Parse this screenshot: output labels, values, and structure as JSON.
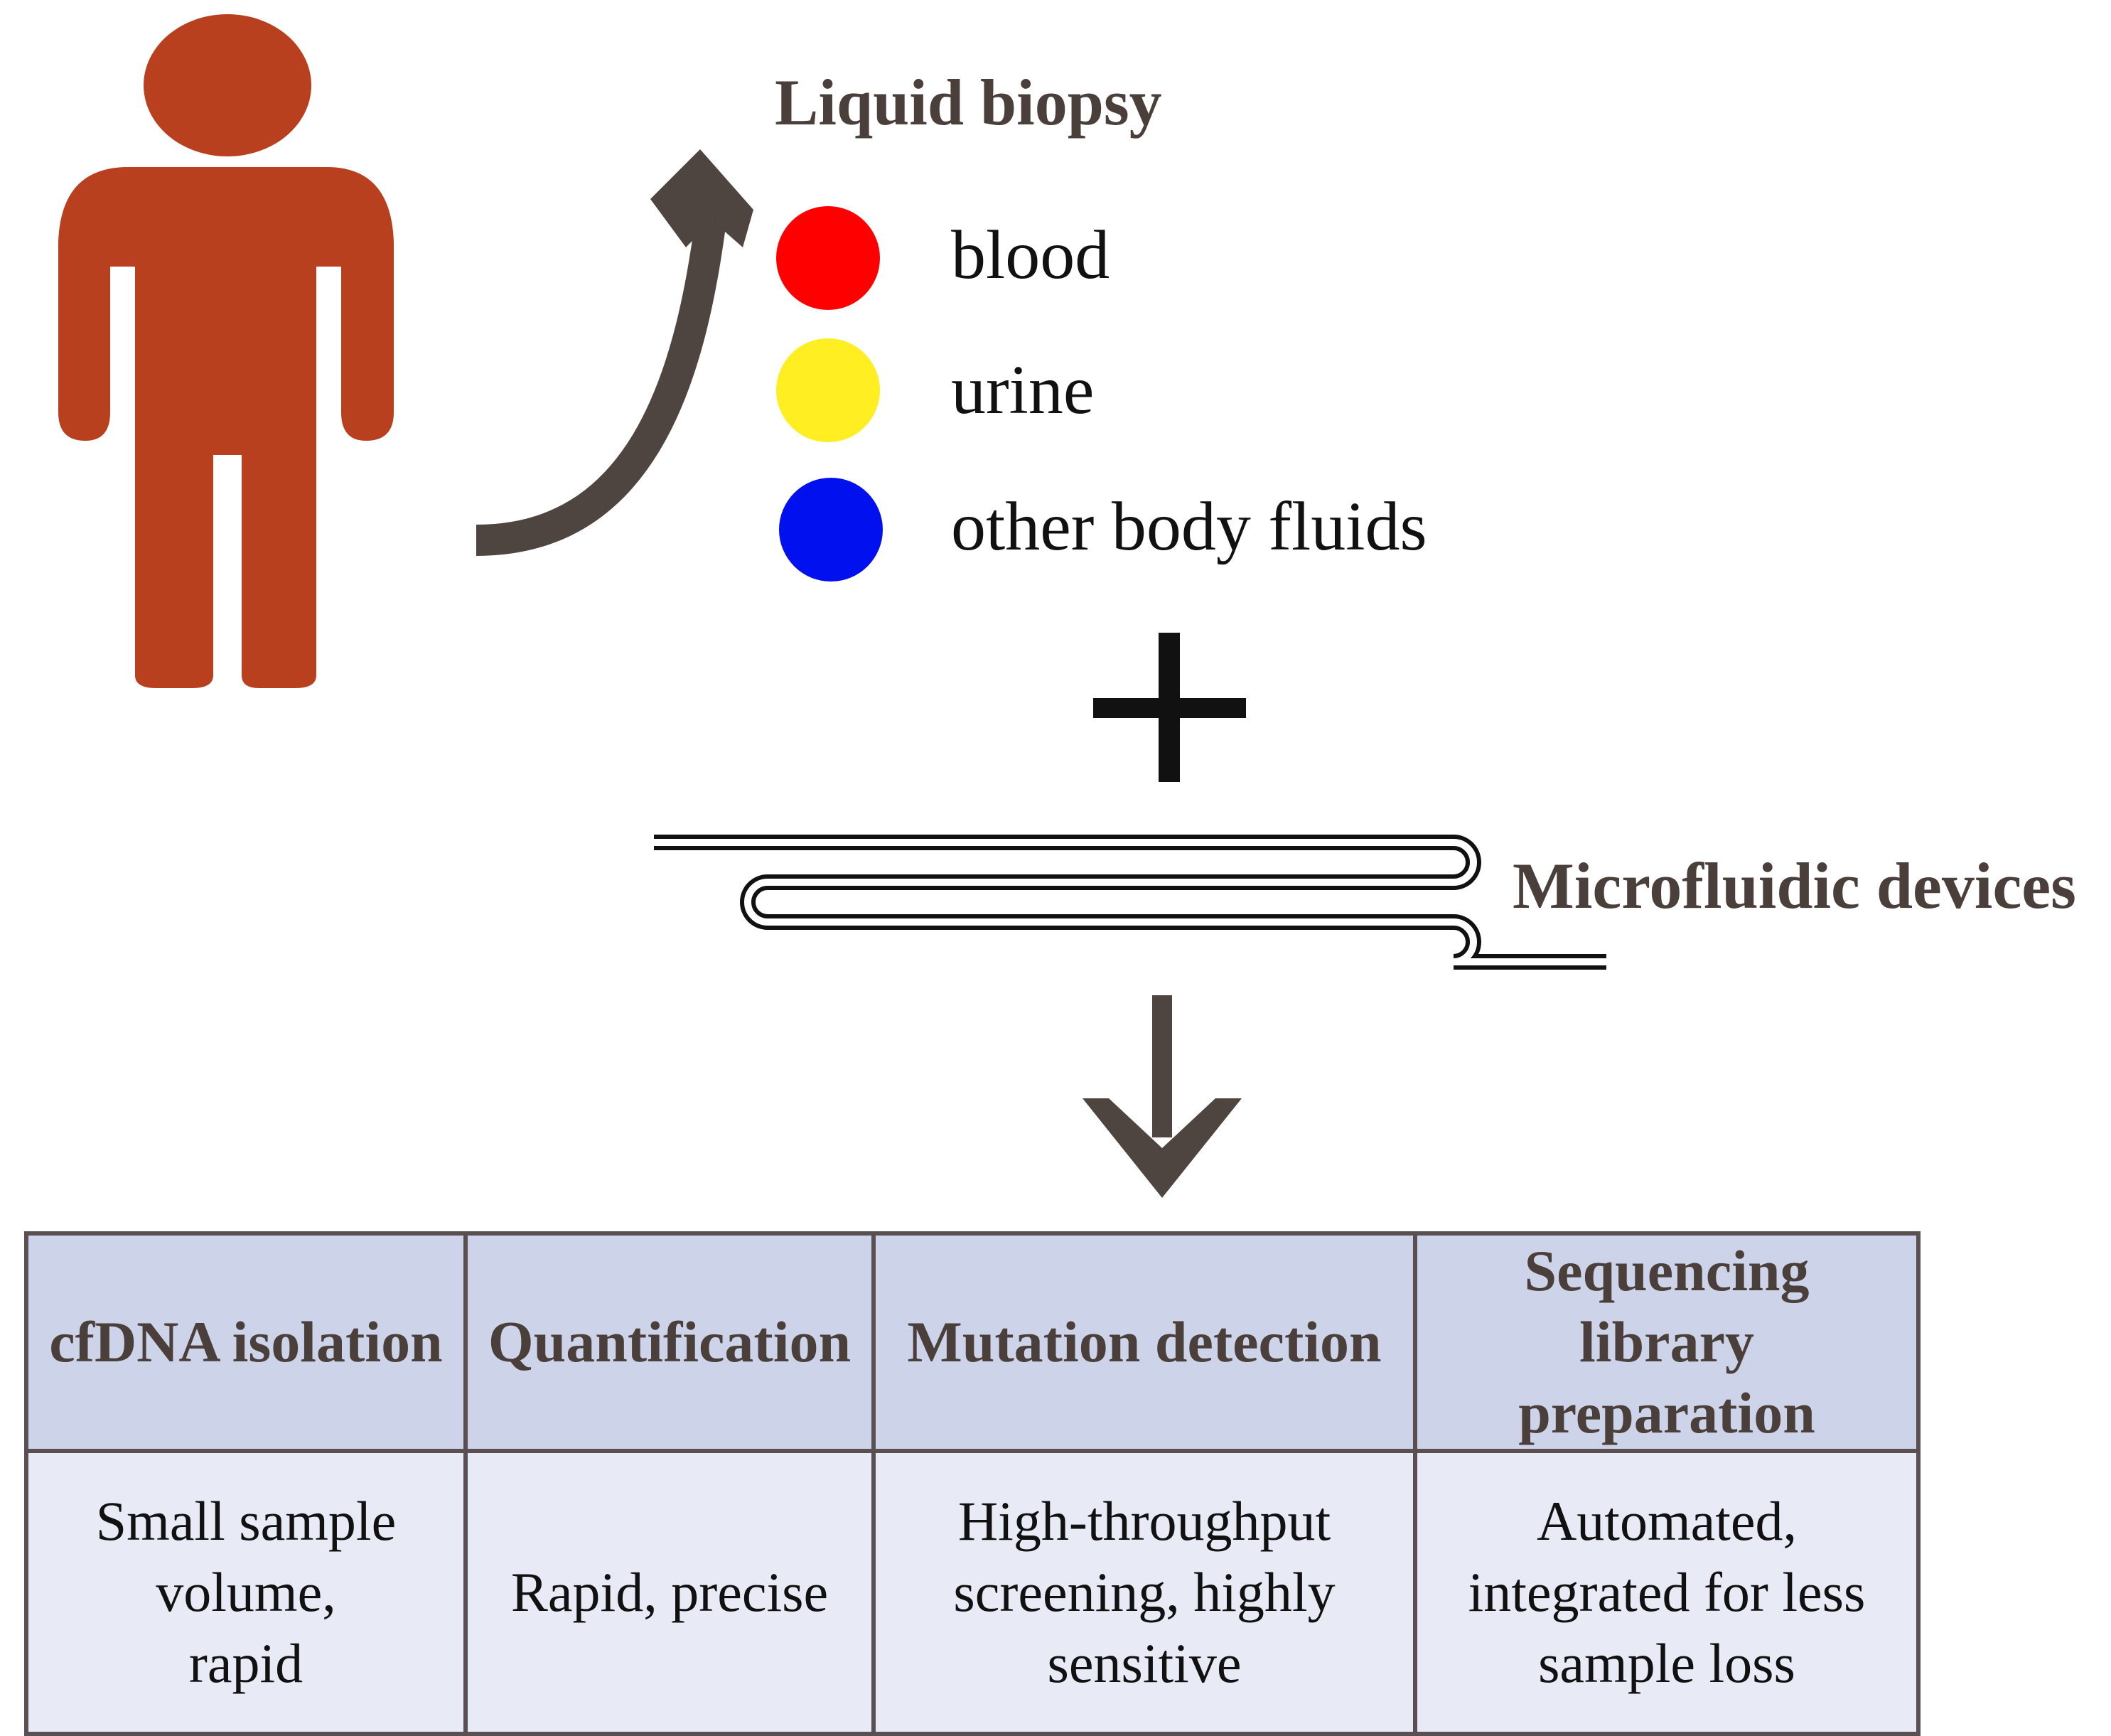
{
  "title": "Liquid biopsy",
  "fluids": [
    {
      "label": "blood",
      "color": "#ff0000"
    },
    {
      "label": "urine",
      "color": "#ffee22"
    },
    {
      "label": "other body fluids",
      "color": "#0010ee"
    }
  ],
  "device_label": "Microfluidic devices",
  "operator": "+",
  "colors": {
    "person": "#b9401e",
    "arrow": "#4f4540",
    "header_fill": "#cdd3e8",
    "body_fill": "#e8ebf6",
    "border": "#5a5052"
  },
  "table": {
    "headers": [
      "cfDNA isolation",
      "Quantification",
      "Mutation detection",
      "Sequencing library preparation"
    ],
    "cells": [
      "Small sample volume, rapid",
      "Rapid, precise",
      "High-throughput screening, highly sensitive",
      "Automated, integrated for less sample loss"
    ]
  }
}
